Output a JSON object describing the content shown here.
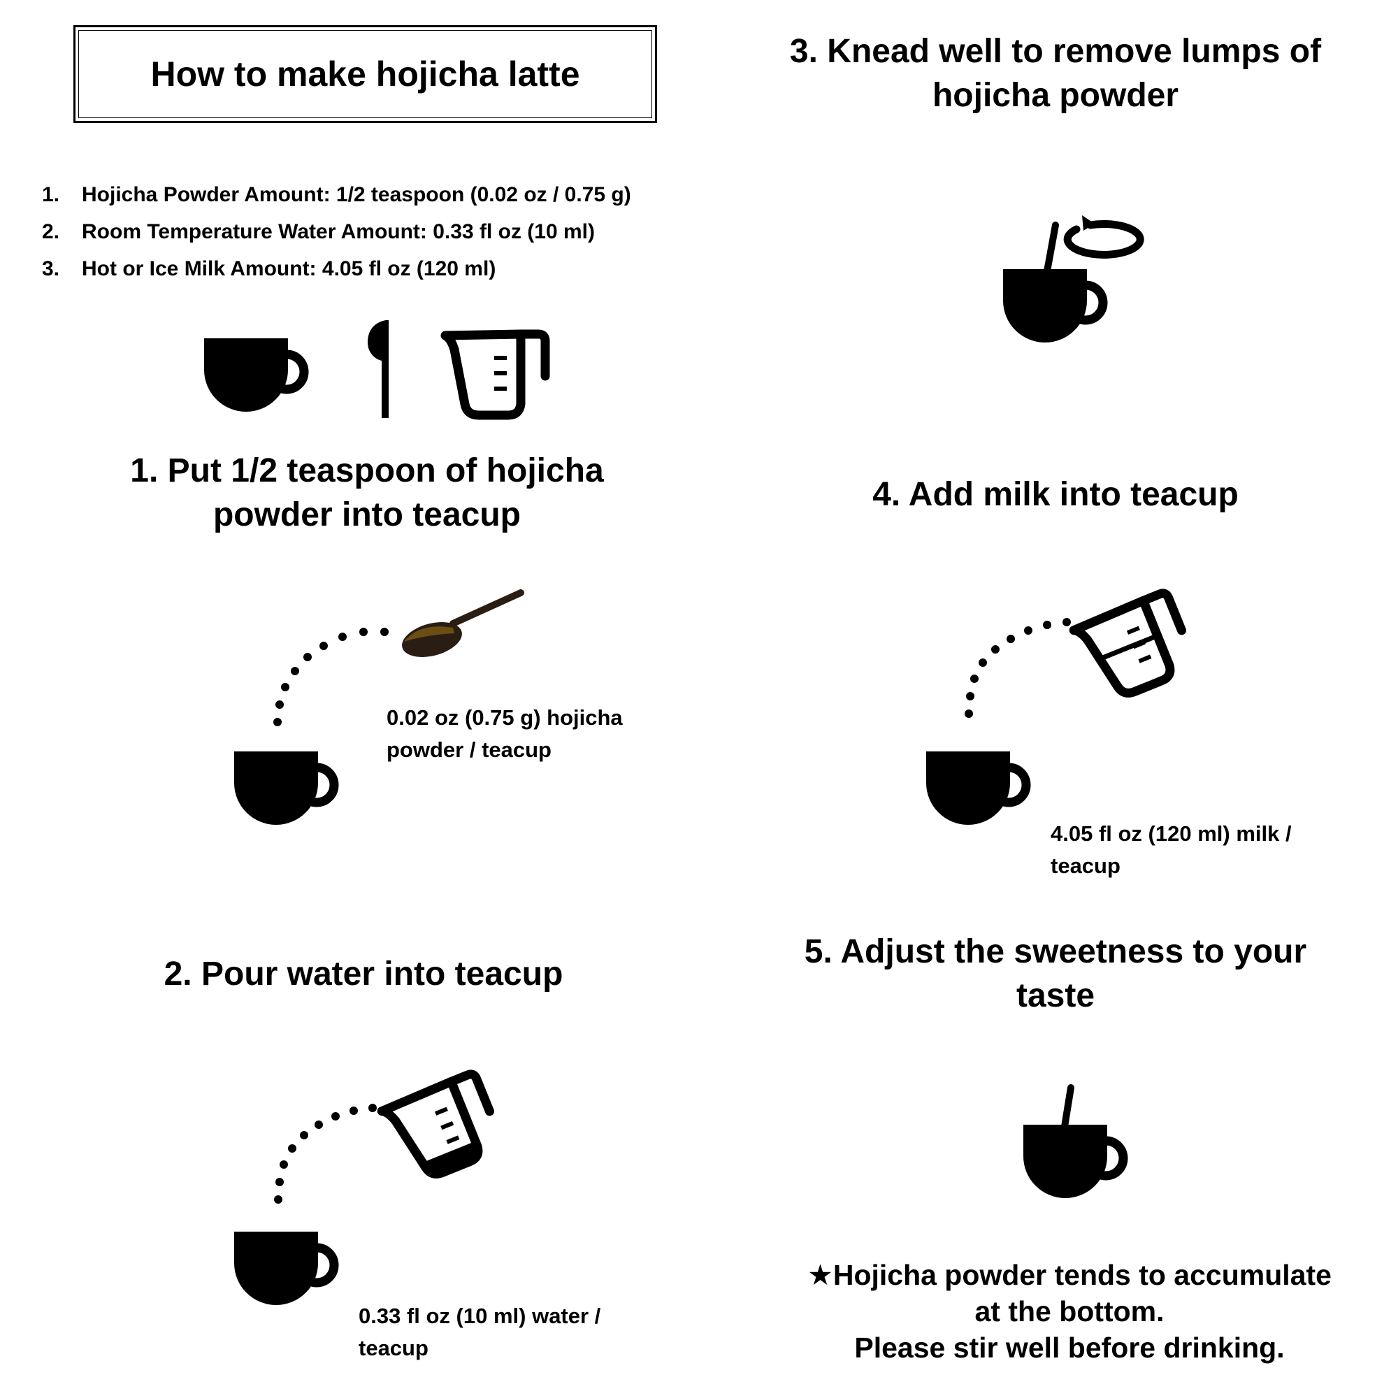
{
  "title": "How to make hojicha latte",
  "ingredients": [
    {
      "num": "1.",
      "text": "Hojicha Powder Amount: 1/2 teaspoon (0.02 oz / 0.75 g)"
    },
    {
      "num": "2.",
      "text": "Room Temperature Water Amount: 0.33 fl oz  (10 ml)"
    },
    {
      "num": "3.",
      "text": "Hot or Ice Milk Amount: 4.05 fl oz (120 ml)"
    }
  ],
  "steps": {
    "step1": {
      "title_line1": "1. Put 1/2 teaspoon of hojicha",
      "title_line2": "powder into teacup",
      "caption_line1": "0.02 oz (0.75 g) hojicha",
      "caption_line2": "powder / teacup"
    },
    "step2": {
      "title": "2. Pour water into teacup",
      "caption_line1": "0.33 fl oz (10 ml) water /",
      "caption_line2": "teacup"
    },
    "step3": {
      "title_line1": "3. Knead well to remove lumps of",
      "title_line2": "hojicha powder"
    },
    "step4": {
      "title": "4. Add milk into teacup",
      "caption_line1": "4.05 fl oz (120 ml) milk /",
      "caption_line2": "teacup"
    },
    "step5": {
      "title_line1": "5. Adjust the sweetness to your",
      "title_line2": "taste"
    }
  },
  "note": {
    "line1": "★Hojicha powder tends to accumulate",
    "line2": "at the bottom.",
    "line3": "Please stir well before drinking."
  },
  "icons": [
    "teacup-icon",
    "spoon-icon",
    "measuring-cup-icon",
    "stir-rotate-icon",
    "pour-dots-icon"
  ],
  "colors": {
    "ink": "#000000",
    "spoon": "#2a1d14",
    "hojicha_powder": "#6b4f12",
    "background": "#ffffff"
  }
}
